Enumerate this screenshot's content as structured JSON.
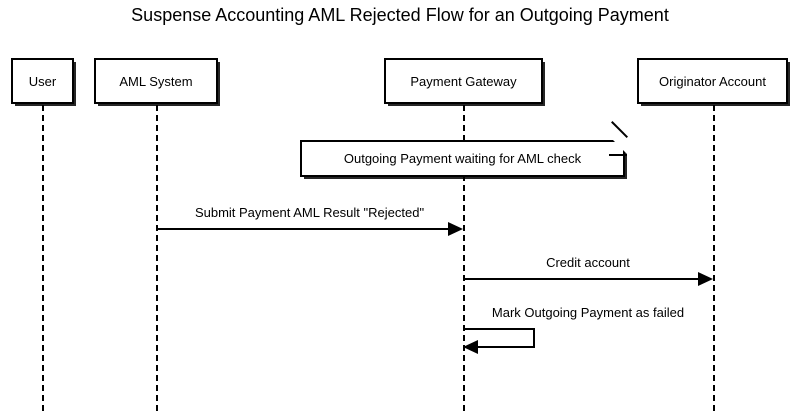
{
  "diagram": {
    "type": "uml-sequence-diagram",
    "title": "Suspense Accounting AML Rejected Flow for an Outgoing Payment",
    "colors": {
      "background": "#ffffff",
      "stroke": "#000000",
      "text": "#000000"
    }
  },
  "participants": [
    {
      "id": "user",
      "label": "User"
    },
    {
      "id": "aml_system",
      "label": "AML System"
    },
    {
      "id": "payment_gateway",
      "label": "Payment Gateway"
    },
    {
      "id": "originator_account",
      "label": "Originator Account"
    }
  ],
  "notes": [
    {
      "id": "note_waiting",
      "text": "Outgoing Payment waiting for AML check",
      "attached_to": "payment_gateway"
    }
  ],
  "messages": [
    {
      "id": "msg_1",
      "label": "Submit Payment AML Result \"Rejected\"",
      "from": "aml_system",
      "to": "payment_gateway",
      "direction": "right",
      "kind": "solid-filled-arrow"
    },
    {
      "id": "msg_2",
      "label": "Credit account",
      "from": "payment_gateway",
      "to": "originator_account",
      "direction": "right",
      "kind": "solid-filled-arrow"
    },
    {
      "id": "msg_3",
      "label": "Mark Outgoing Payment as failed",
      "from": "payment_gateway",
      "to": "payment_gateway",
      "direction": "self",
      "kind": "solid-filled-arrow"
    }
  ]
}
